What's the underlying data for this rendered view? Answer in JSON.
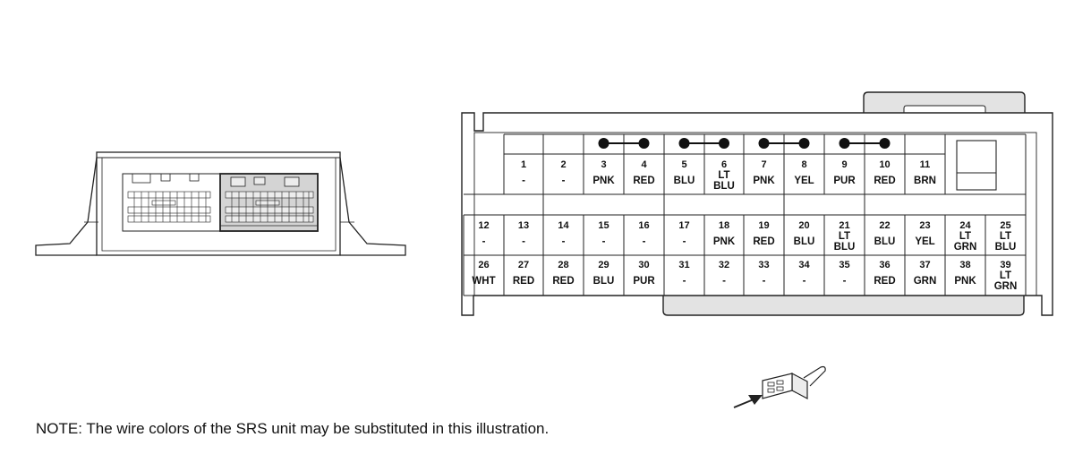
{
  "note": "NOTE: The wire colors of the SRS unit may be substituted in this illustration.",
  "connector": {
    "rows": [
      [
        {
          "pin": "1",
          "color": "-"
        },
        {
          "pin": "2",
          "color": "-"
        },
        {
          "pin": "3",
          "color": "PNK"
        },
        {
          "pin": "4",
          "color": "RED"
        },
        {
          "pin": "5",
          "color": "BLU"
        },
        {
          "pin": "6",
          "color": "LT BLU"
        },
        {
          "pin": "7",
          "color": "PNK"
        },
        {
          "pin": "8",
          "color": "YEL"
        },
        {
          "pin": "9",
          "color": "PUR"
        },
        {
          "pin": "10",
          "color": "RED"
        },
        {
          "pin": "11",
          "color": "BRN"
        }
      ],
      [
        {
          "pin": "12",
          "color": "-"
        },
        {
          "pin": "13",
          "color": "-"
        },
        {
          "pin": "14",
          "color": "-"
        },
        {
          "pin": "15",
          "color": "-"
        },
        {
          "pin": "16",
          "color": "-"
        },
        {
          "pin": "17",
          "color": "-"
        },
        {
          "pin": "18",
          "color": "PNK"
        },
        {
          "pin": "19",
          "color": "RED"
        },
        {
          "pin": "20",
          "color": "BLU"
        },
        {
          "pin": "21",
          "color": "LT BLU"
        },
        {
          "pin": "22",
          "color": "BLU"
        },
        {
          "pin": "23",
          "color": "YEL"
        },
        {
          "pin": "24",
          "color": "LT GRN"
        },
        {
          "pin": "25",
          "color": "LT BLU"
        }
      ],
      [
        {
          "pin": "26",
          "color": "WHT"
        },
        {
          "pin": "27",
          "color": "RED"
        },
        {
          "pin": "28",
          "color": "RED"
        },
        {
          "pin": "29",
          "color": "BLU"
        },
        {
          "pin": "30",
          "color": "PUR"
        },
        {
          "pin": "31",
          "color": "-"
        },
        {
          "pin": "32",
          "color": "-"
        },
        {
          "pin": "33",
          "color": "-"
        },
        {
          "pin": "34",
          "color": "-"
        },
        {
          "pin": "35",
          "color": "-"
        },
        {
          "pin": "36",
          "color": "RED"
        },
        {
          "pin": "37",
          "color": "GRN"
        },
        {
          "pin": "38",
          "color": "PNK"
        },
        {
          "pin": "39",
          "color": "LT GRN"
        }
      ]
    ],
    "shorting_bars": [
      [
        "3",
        "4"
      ],
      [
        "5",
        "6"
      ],
      [
        "7",
        "8"
      ],
      [
        "9",
        "10"
      ]
    ]
  },
  "icons": {
    "srs_unit": "srs-unit-icon",
    "connector_face": "connector-face-icon",
    "terminal_side_view": "terminal-side-view-icon"
  }
}
